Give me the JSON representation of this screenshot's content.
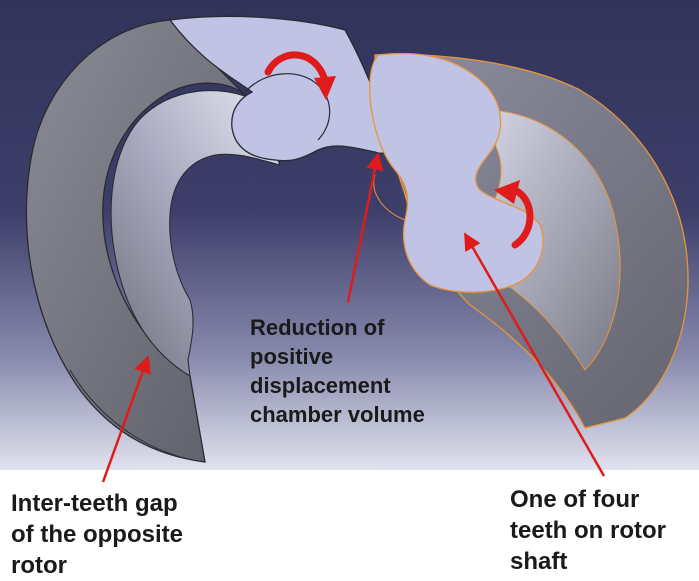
{
  "colors": {
    "background_top": "#35375f",
    "background_bottom": "#dcdfeb",
    "gray_body": "#74747e",
    "light_face": "#bfc2e2",
    "outline_orange": "#e8943c",
    "arrow_red": "#e01b1b"
  },
  "labels": {
    "center": [
      "Reduction of",
      "positive",
      "displacement",
      "chamber volume"
    ],
    "left": [
      "Inter-teeth gap",
      "of the opposite",
      "rotor"
    ],
    "right": [
      "One of four",
      "teeth on rotor",
      "shaft"
    ]
  }
}
